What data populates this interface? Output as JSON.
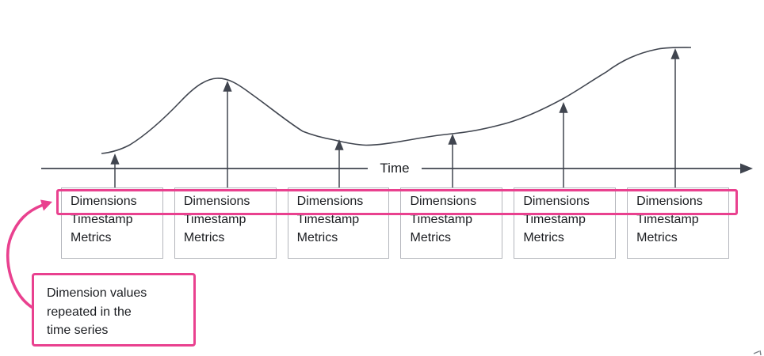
{
  "diagram": {
    "axis": {
      "label": "Time"
    },
    "records": [
      {
        "dimensions": "Dimensions",
        "timestamp": "Timestamp",
        "metrics": "Metrics"
      },
      {
        "dimensions": "Dimensions",
        "timestamp": "Timestamp",
        "metrics": "Metrics"
      },
      {
        "dimensions": "Dimensions",
        "timestamp": "Timestamp",
        "metrics": "Metrics"
      },
      {
        "dimensions": "Dimensions",
        "timestamp": "Timestamp",
        "metrics": "Metrics"
      },
      {
        "dimensions": "Dimensions",
        "timestamp": "Timestamp",
        "metrics": "Metrics"
      },
      {
        "dimensions": "Dimensions",
        "timestamp": "Timestamp",
        "metrics": "Metrics"
      }
    ],
    "callout": {
      "text": "Dimension values repeated in the time series"
    }
  },
  "colors": {
    "accent_pink": "#E9418F",
    "diagram_line": "#40454F",
    "box_border": "#B4B6BC",
    "text": "#1B1D21"
  },
  "icons": {
    "value-arrow-icon": "▲",
    "axis-arrowhead-icon": "▶",
    "callout-arrow-icon": "curved arrow"
  }
}
